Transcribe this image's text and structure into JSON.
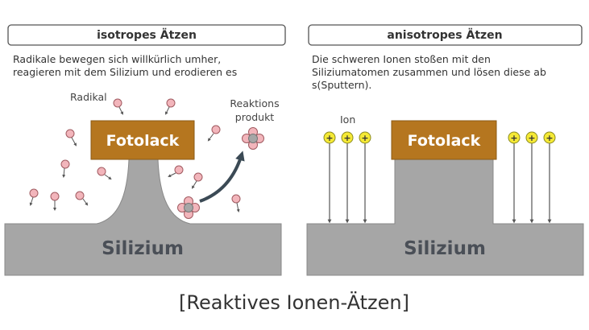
{
  "left": {
    "title": "isotropes Ätzen",
    "description": [
      "Radikale bewegen sich willkürlich umher,",
      "reagieren mit dem Silizium und erodieren es"
    ],
    "label_radikal": "Radikal",
    "label_product": [
      "Reaktions",
      "produkt"
    ],
    "photoresist": "Fotolack",
    "substrate": "Silizium"
  },
  "right": {
    "title": "anisotropes Ätzen",
    "description": [
      "Die schweren Ionen stoßen mit den",
      "Siliziumatomen zusammen und lösen diese ab",
      "s(Sputtern)."
    ],
    "label_ion": "Ion",
    "ion_symbol": "+",
    "photoresist": "Fotolack",
    "substrate": "Silizium"
  },
  "caption": "[Reaktives Ionen-Ätzen]",
  "colors": {
    "photoresist": "#b5761f",
    "silicon": "#a6a6a6",
    "radical": "#f2b5bb",
    "ion": "#f5e935",
    "arrow": "#3b4a55"
  }
}
